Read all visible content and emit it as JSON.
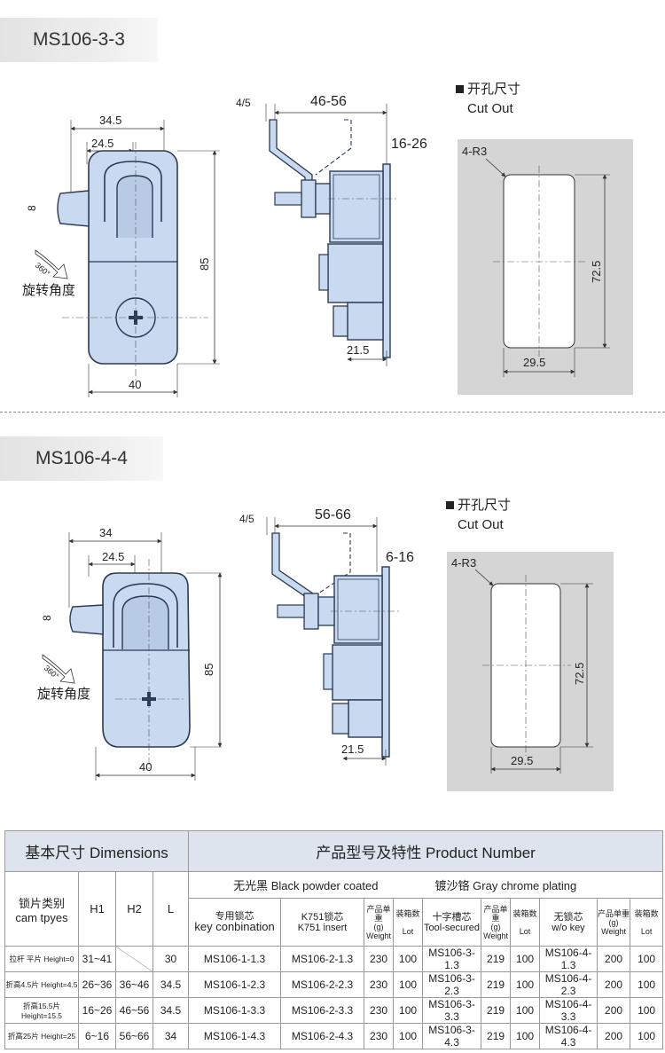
{
  "sections": [
    {
      "title": "MS106-3-3",
      "front": {
        "w_top": "34.5",
        "w_inner": "24.5",
        "stem": "8",
        "height": "85",
        "width": "40",
        "rotation": "360°",
        "rotation_label": "旋转角度"
      },
      "side": {
        "tab": "4/5",
        "range_top": "46-56",
        "range_side": "16-26",
        "depth": "21.5"
      },
      "cutout": {
        "title_cn": "开孔尺寸",
        "title_en": "Cut Out",
        "radius": "4-R3",
        "height": "72.5",
        "width": "29.5"
      }
    },
    {
      "title": "MS106-4-4",
      "front": {
        "w_top": "34",
        "w_inner": "24.5",
        "stem": "8",
        "height": "85",
        "width": "40",
        "rotation": "360°",
        "rotation_label": "旋转角度"
      },
      "side": {
        "tab": "4/5",
        "range_top": "56-66",
        "range_side": "6-16",
        "depth": "21.5"
      },
      "cutout": {
        "title_cn": "开孔尺寸",
        "title_en": "Cut Out",
        "radius": "4-R3",
        "height": "72.5",
        "width": "29.5"
      }
    }
  ],
  "table": {
    "dims_header": "基本尺寸 Dimensions",
    "product_header": "产品型号及特性 Product Number",
    "black_header": "无光黑 Black powder coated",
    "chrome_header": "镀沙铬 Gray chrome plating",
    "cam_type": {
      "cn": "锁片类别",
      "en": "cam tpyes"
    },
    "h1": "H1",
    "h2": "H2",
    "l": "L",
    "key_col": {
      "cn": "专用锁芯",
      "en": "key conbination"
    },
    "k751_col": {
      "cn": "K751锁芯",
      "en": "K751 insert"
    },
    "weight_col": {
      "cn": "产品单重",
      "unit": "(g)",
      "en": "Weight"
    },
    "lot_col": {
      "cn": "装箱数",
      "en": "Lot"
    },
    "tool_col": {
      "cn": "十字槽芯",
      "en": "Tool-secured"
    },
    "wokey_col": {
      "cn": "无锁芯",
      "en": "w/o key"
    },
    "rows": [
      {
        "type": "拉杆 平片 Height=0",
        "h1": "31~41",
        "h2": "",
        "l": "30",
        "key": "MS106-1-1.3",
        "k751": "MS106-2-1.3",
        "w1": "230",
        "lot1": "100",
        "tool": "MS106-3-1.3",
        "w2": "219",
        "lot2": "100",
        "wokey": "MS106-4-1.3",
        "w3": "200",
        "lot3": "100"
      },
      {
        "type": "折高4.5片 Height=4.5",
        "h1": "26~36",
        "h2": "36~46",
        "l": "34.5",
        "key": "MS106-1-2.3",
        "k751": "MS106-2-2.3",
        "w1": "230",
        "lot1": "100",
        "tool": "MS106-3-2.3",
        "w2": "219",
        "lot2": "100",
        "wokey": "MS106-4-2.3",
        "w3": "200",
        "lot3": "100"
      },
      {
        "type": "折高15.5片 Height=15.5",
        "h1": "16~26",
        "h2": "46~56",
        "l": "34.5",
        "key": "MS106-1-3.3",
        "k751": "MS106-2-3.3",
        "w1": "230",
        "lot1": "100",
        "tool": "MS106-3-3.3",
        "w2": "219",
        "lot2": "100",
        "wokey": "MS106-4-3.3",
        "w3": "200",
        "lot3": "100"
      },
      {
        "type": "折高25片 Height=25",
        "h1": "6~16",
        "h2": "56~66",
        "l": "34",
        "key": "MS106-1-4.3",
        "k751": "MS106-2-4.3",
        "w1": "230",
        "lot1": "100",
        "tool": "MS106-3-4.3",
        "w2": "219",
        "lot2": "100",
        "wokey": "MS106-4-4.3",
        "w3": "200",
        "lot3": "100"
      }
    ]
  },
  "colors": {
    "part_fill": "#c9d9ef",
    "part_stroke": "#2a3a55",
    "cutout_bg": "#d5d5d5",
    "header_bg": "#dde4ee"
  }
}
